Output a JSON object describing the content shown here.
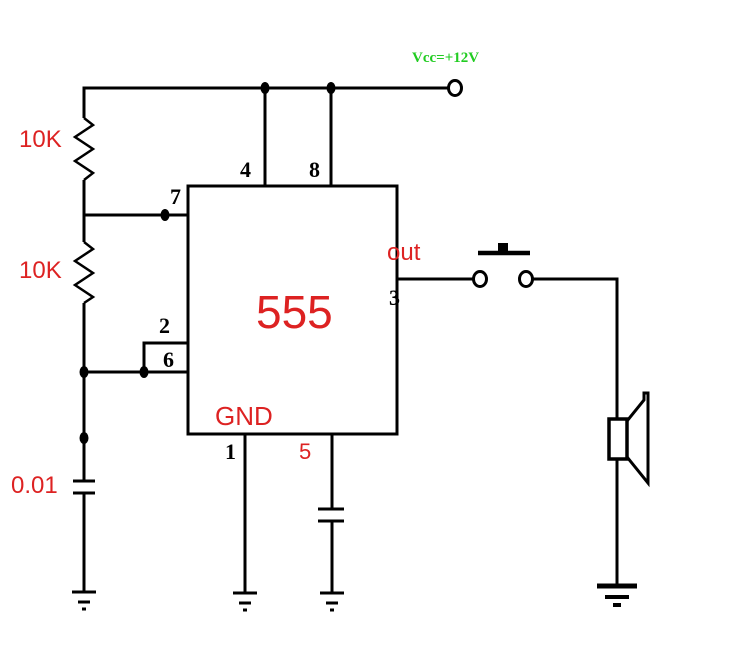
{
  "diagram_type": "circuit-schematic",
  "labels": {
    "vcc": "Vcc=+12V",
    "r1": "10K",
    "r2": "10K",
    "c1": "0.01",
    "ic": "555",
    "gnd": "GND",
    "out": "out"
  },
  "pins": {
    "p1": "1",
    "p2": "2",
    "p3": "3",
    "p4": "4",
    "p5": "5",
    "p6": "6",
    "p7": "7",
    "p8": "8"
  },
  "components": {
    "ic": {
      "type": "ic-box",
      "label": "555",
      "pins_top": [
        "4",
        "8"
      ],
      "pins_left": [
        "7",
        "2",
        "6"
      ],
      "pins_right": [
        "3"
      ],
      "pins_bottom": [
        "1",
        "5"
      ]
    },
    "resistors": [
      {
        "label": "10K"
      },
      {
        "label": "10K"
      }
    ],
    "capacitors": [
      {
        "label": "0.01"
      },
      {
        "label": ""
      }
    ],
    "switch": {
      "type": "push-button"
    },
    "speaker": {
      "type": "speaker"
    },
    "supply": {
      "label": "Vcc=+12V"
    },
    "ground_count": 4
  },
  "colors": {
    "wire": "#000000",
    "accent_red": "#dd2222",
    "vcc_green": "#22cc22",
    "background": "#ffffff"
  }
}
